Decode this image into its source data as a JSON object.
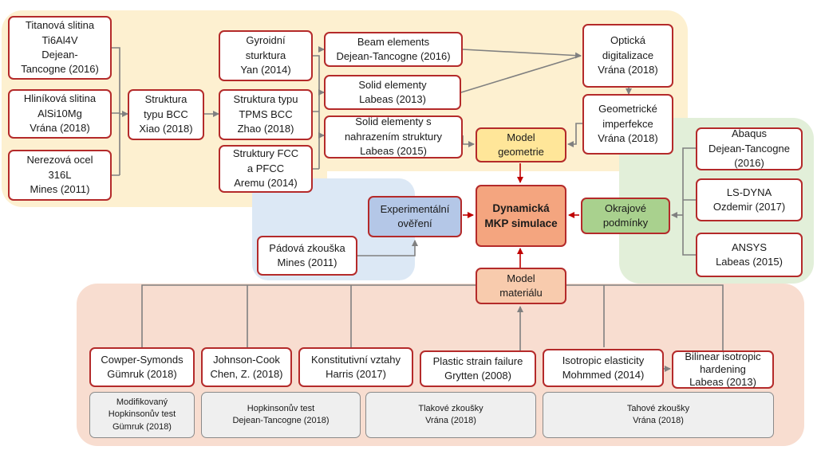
{
  "colors": {
    "geometry_region": "#fdf0d0",
    "verification_region": "#dce8f5",
    "boundary_region": "#e2efd9",
    "material_region": "#f8ddd0",
    "border_red": "#b42a2a",
    "arrow_grey": "#808080",
    "simulation_fill": "#f4a57f",
    "geometry_model_fill": "#ffe699",
    "experiment_fill": "#b4c7e7",
    "boundary_fill": "#a9d18e",
    "material_model_fill": "#f8cbad"
  },
  "nodes": {
    "titanium": "Titanová slitina\nTi6Al4V\nDejean-\nTancogne (2016)",
    "aluminium": "Hliníková slitina\nAlSi10Mg\nVrána (2018)",
    "steel": "Nerezová ocel\n316L\nMines (2011)",
    "bcc": "Struktura\ntypu BCC\nXiao (2018)",
    "gyroid": "Gyroidní\nsturktura\nYan (2014)",
    "tpms": "Struktura typu\nTPMS BCC\nZhao (2018)",
    "fcc": "Struktury FCC\na PFCC\nAremu (2014)",
    "beam": "Beam elements\nDejean-Tancogne (2016)",
    "solid": "Solid elementy\nLabeas (2013)",
    "solid_sub": "Solid elementy s\nnahrazením struktury\nLabeas (2015)",
    "optical": "Optická\ndigitalizace\nVrána (2018)",
    "geom_imperf": "Geometrické\nimperfekce\nVrána (2018)",
    "geometry_model": "Model\ngeometrie",
    "simulation": "Dynamická\nMKP simulace",
    "experiment": "Experimentální\nověření",
    "drop_test": "Pádová zkouška\nMines (2011)",
    "boundary": "Okrajové\npodmínky",
    "abaqus": "Abaqus\nDejean-Tancogne\n(2016)",
    "lsdyna": "LS-DYNA\nOzdemir (2017)",
    "ansys": "ANSYS\nLabeas (2015)",
    "material_model": "Model\nmateriálu",
    "cowper": "Cowper-Symonds\nGümruk (2018)",
    "johnson": "Johnson-Cook\nChen, Z. (2018)",
    "konst": "Konstitutivní vztahy\nHarris (2017)",
    "plastic": "Plastic strain failure\nGrytten (2008)",
    "isotropic": "Isotropic elasticity\nMohmmed (2014)",
    "bilinear": "Bilinear isotropic\nhardening\nLabeas (2013)",
    "hopk_mod": "Modifikovaný\nHopkinsonův test\nGümruk (2018)",
    "hopk": "Hopkinsonův test\nDejean-Tancogne (2018)",
    "tlak": "Tlakové zkoušky\nVrána (2018)",
    "tah": "Tahové zkoušky\nVrána (2018)"
  }
}
